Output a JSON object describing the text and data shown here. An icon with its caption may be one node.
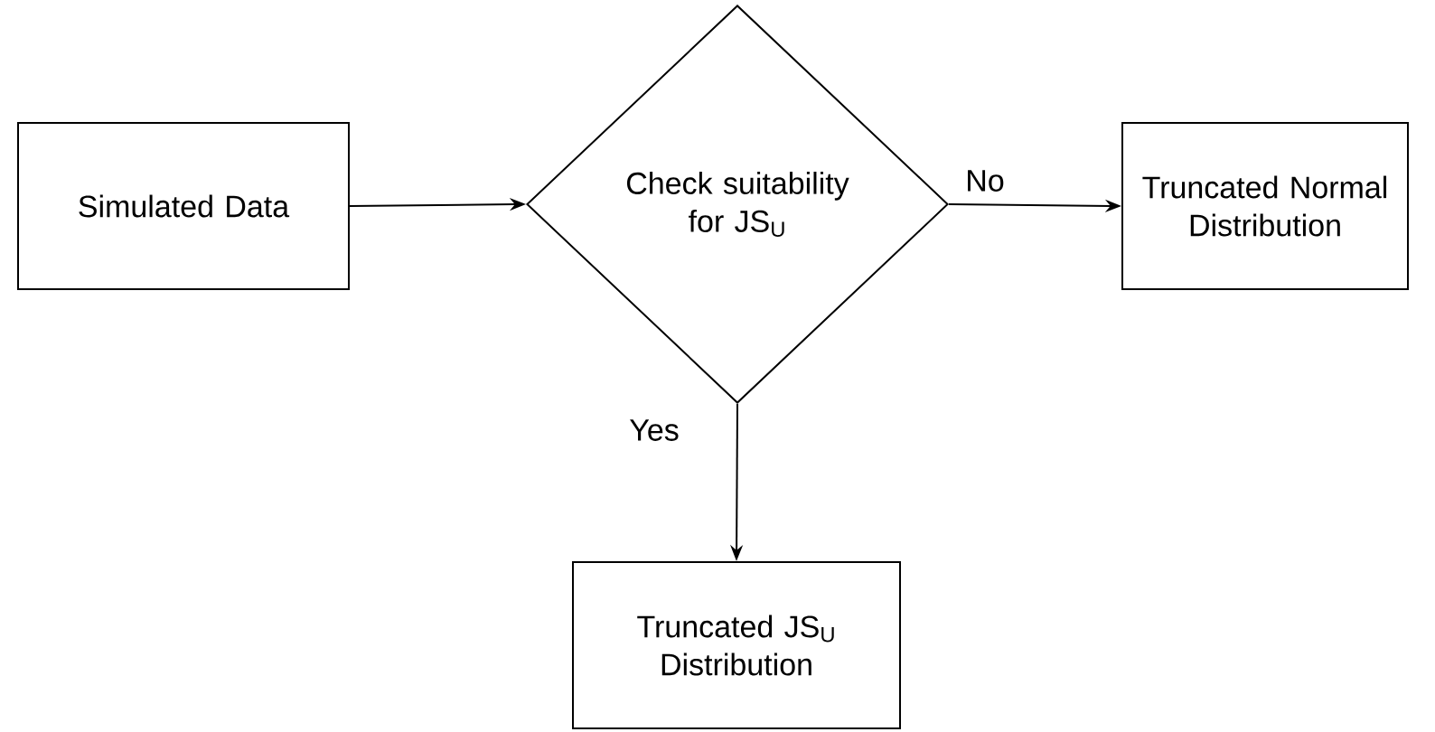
{
  "diagram": {
    "nodes": [
      {
        "text": [
          "Simulated Data"
        ]
      },
      {
        "text": [
          "Check suitability for JS$_{U}$"
        ]
      },
      {
        "text": [
          "Truncated Normal Distribution"
        ]
      },
      {
        "text": [
          "Truncated JS$_{U}$ Distribution"
        ]
      }
    ],
    "edges": [
      {
        "from": 0,
        "to": 1,
        "arrow": "to"
      },
      {
        "from": 1,
        "to": 2,
        "arrow": "to",
        "label": "No"
      },
      {
        "from": 1,
        "to": 3,
        "arrow": "to",
        "label": "Yes"
      }
    ]
  }
}
